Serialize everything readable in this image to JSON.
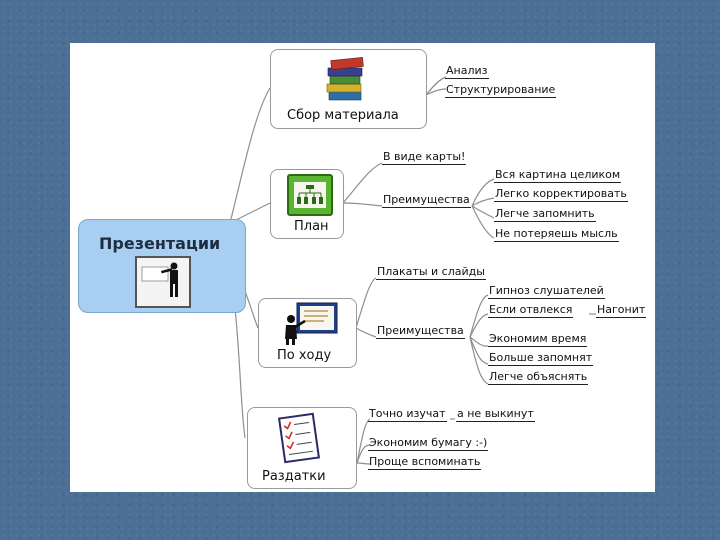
{
  "central": {
    "title": "Презентации",
    "icon": "presenter-icon"
  },
  "branches": {
    "sbor": {
      "title": "Сбор материала",
      "icon": "books-icon",
      "items": [
        "Анализ",
        "Структурирование"
      ]
    },
    "plan": {
      "title": "План",
      "icon": "org-chart-icon",
      "items": [
        "В виде карты!",
        "Преимущества"
      ],
      "sub": [
        "Вся картина целиком",
        "Легко корректировать",
        "Легче запомнить",
        "Не потеряешь мысль"
      ]
    },
    "pohodu": {
      "title": "По ходу",
      "icon": "lecture-icon",
      "items": [
        "Плакаты и слайды",
        "Преимущества"
      ],
      "sub": [
        "Гипноз слушателей",
        "Если отвлекся",
        "Нагонит",
        "Экономим время",
        "Больше запомнят",
        "Легче объяснять"
      ]
    },
    "razdatki": {
      "title": "Раздатки",
      "icon": "handout-icon",
      "items": [
        "Точно изучат",
        "а не выкинут",
        "Экономим бумагу :-)",
        "Проще вспоминать"
      ]
    }
  },
  "colors": {
    "background": "#4b6f95",
    "central_fill": "#a8cff2",
    "lines": "#8a8a8a"
  }
}
